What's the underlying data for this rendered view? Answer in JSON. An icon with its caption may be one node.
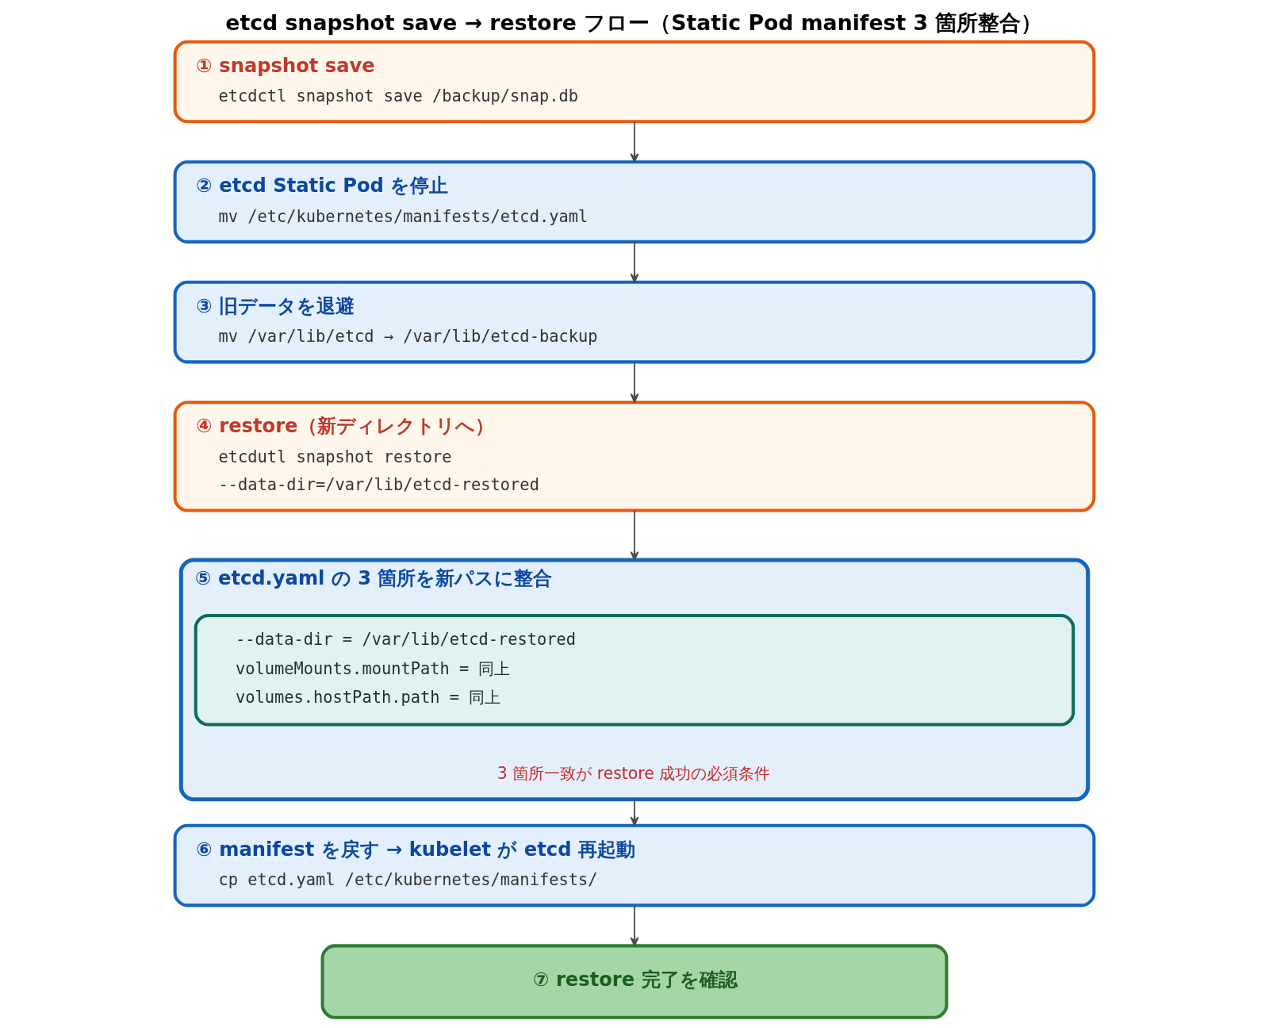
{
  "diagram": {
    "title": "etcd snapshot save → restore フロー（Static Pod manifest 3 箇所整合）",
    "nodes": [
      {
        "text": [
          "① snapshot save",
          "etcdctl snapshot save /backup/snap.db"
        ]
      },
      {
        "text": [
          "② etcd Static Pod を停止",
          "mv /etc/kubernetes/manifests/etcd.yaml"
        ]
      },
      {
        "text": [
          "③ 旧データを退避",
          "mv /var/lib/etcd → /var/lib/etcd-backup"
        ]
      },
      {
        "text": [
          "④ restore（新ディレクトリへ）",
          "etcdutl snapshot restore",
          "--data-dir=/var/lib/etcd-restored"
        ]
      },
      {
        "text": [
          "⑤ etcd.yaml の 3 箇所を新パスに整合",
          "3 箇所一致が restore 成功の必須条件"
        ]
      },
      {
        "text": [
          "--data-dir = /var/lib/etcd-restored",
          "volumeMounts.mountPath = 同上",
          "volumes.hostPath.path = 同上"
        ],
        "in": 4
      },
      {
        "text": [
          "⑥ manifest を戻す → kubelet が etcd 再起動",
          "cp etcd.yaml /etc/kubernetes/manifests/"
        ]
      },
      {
        "text": [
          "⑦ restore 完了を確認"
        ]
      }
    ],
    "edges": [
      {
        "from": 0,
        "to": 1,
        "arrow": "to"
      },
      {
        "from": 1,
        "to": 2,
        "arrow": "to"
      },
      {
        "from": 2,
        "to": 3,
        "arrow": "to"
      },
      {
        "from": 3,
        "to": 4,
        "arrow": "to"
      },
      {
        "from": 4,
        "to": 6,
        "arrow": "to"
      },
      {
        "from": 6,
        "to": 7,
        "arrow": "to"
      }
    ]
  }
}
